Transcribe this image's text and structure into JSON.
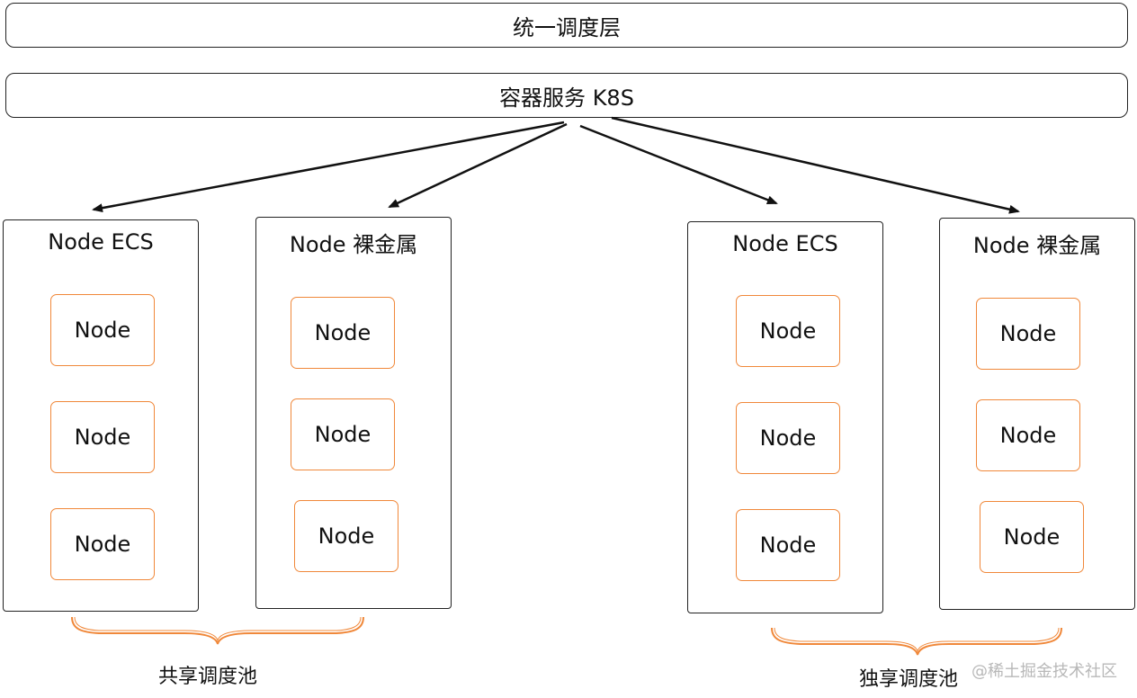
{
  "layers": {
    "top_label": "统一调度层",
    "k8s_label": "容器服务 K8S"
  },
  "groups": [
    {
      "title": "Node ECS",
      "nodes": [
        "Node",
        "Node",
        "Node"
      ]
    },
    {
      "title": "Node 裸金属",
      "nodes": [
        "Node",
        "Node",
        "Node"
      ]
    },
    {
      "title": "Node ECS",
      "nodes": [
        "Node",
        "Node",
        "Node"
      ]
    },
    {
      "title": "Node 裸金属",
      "nodes": [
        "Node",
        "Node",
        "Node"
      ]
    }
  ],
  "pools": {
    "shared_label": "共享调度池",
    "exclusive_label": "独享调度池"
  },
  "watermark": "@稀土掘金技术社区",
  "colors": {
    "border": "#222222",
    "node_border": "#f0883a",
    "brace": "#f0883a",
    "arrow": "#111111"
  }
}
